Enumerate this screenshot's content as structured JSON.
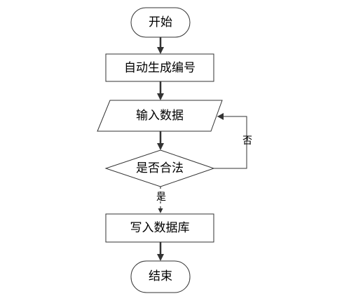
{
  "flowchart": {
    "start": "开始",
    "auto_number": "自动生成编号",
    "input_data": "输入数据",
    "is_valid": "是否合法",
    "write_db": "写入数据库",
    "end": "结束",
    "edge_yes": "是",
    "edge_no": "否"
  },
  "colors": {
    "stroke": "#333333",
    "fill": "#ffffff",
    "text": "#000000"
  }
}
